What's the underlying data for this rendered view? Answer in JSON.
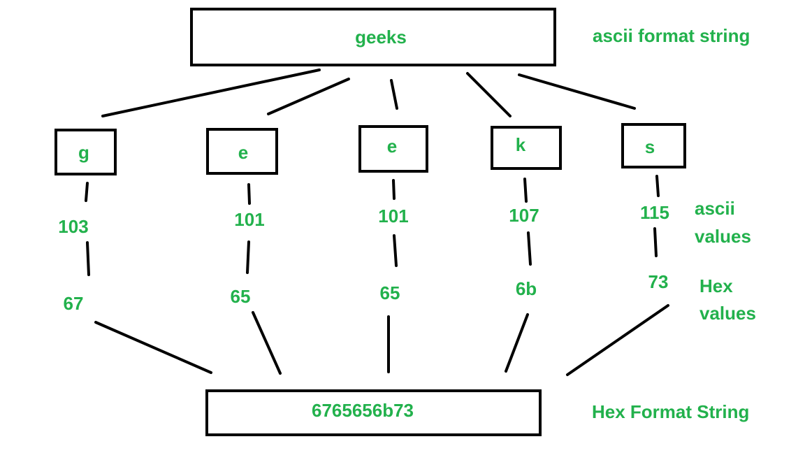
{
  "colors": {
    "text": "#22b14c",
    "stroke": "#000000",
    "background": "#ffffff"
  },
  "top_string": "geeks",
  "top_caption": "ascii format string",
  "letters": [
    "g",
    "e",
    "e",
    "k",
    "s"
  ],
  "ascii_values": [
    "103",
    "101",
    "101",
    "107",
    "115"
  ],
  "hex_values": [
    "67",
    "65",
    "65",
    "6b",
    "73"
  ],
  "ascii_caption": {
    "line1": "ascii",
    "line2": "values"
  },
  "hex_caption": {
    "line1": "Hex",
    "line2": "values"
  },
  "bottom_string": "6765656b73",
  "bottom_caption": "Hex Format String"
}
